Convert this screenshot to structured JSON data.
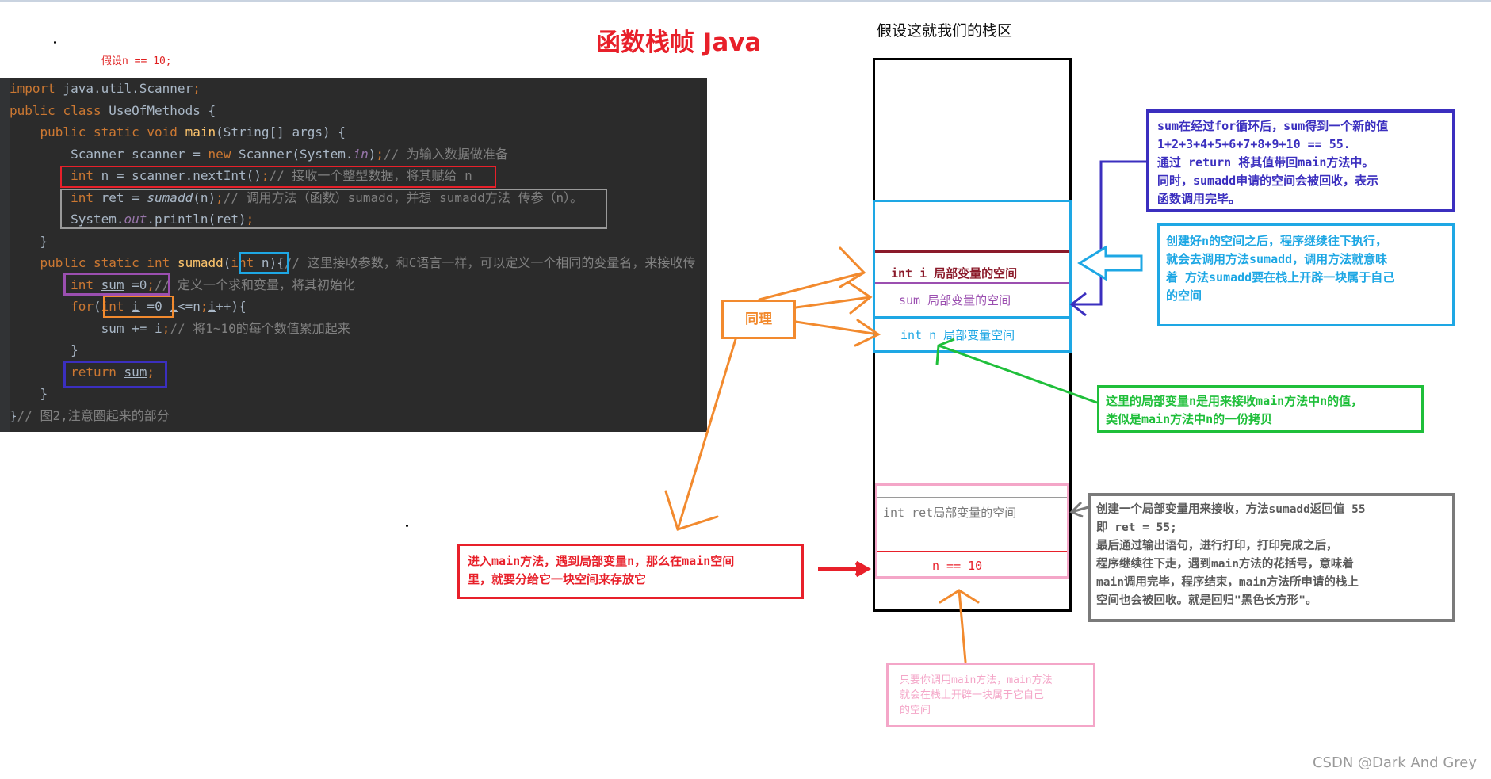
{
  "title": "函数栈帧 Java",
  "assumption": "假设n == 10;",
  "stack_heading": "假设这就我们的栈区",
  "code_lines": [
    "import java.util.Scanner;",
    "public class UseOfMethods {",
    "    public static void main(String[] args) {",
    "        Scanner scanner = new Scanner(System.in);// 为输入数据做准备",
    "        int n = scanner.nextInt();// 接收一个整型数据，将其赋给 n",
    "        int ret = sumadd(n);// 调用方法（函数）sumadd，并想 sumadd方法 传参（n）。",
    "        System.out.println(ret);",
    "    }",
    "    public static int sumadd(int n){// 这里接收参数，和C语言一样，可以定义一个相同的变量名，来接收传",
    "        int sum =0;// 定义一个求和变量，将其初始化",
    "        for(int i =0 i<=n;i++){",
    "            sum += i;// 将1~10的每个数值累加起来",
    "        }",
    "        return sum;",
    "    }",
    "}// 图2,注意圈起来的部分"
  ],
  "stack_slots": {
    "int_i": "int i 局部变量的空间",
    "sum": "sum 局部变量的空间",
    "int_n": "int n 局部变量空间",
    "ret": "int ret局部变量的空间",
    "n_eq": "n == 10"
  },
  "notes": {
    "tongli": "同理",
    "sum_after": [
      "sum在经过for循环后，sum得到一个新的值",
      "1+2+3+4+5+6+7+8+9+10 == 55.",
      "通过 return 将其值带回main方法中。",
      "同时，sumadd申请的空间会被回收，表示",
      "函数调用完毕。"
    ],
    "after_create_n": [
      "创建好n的空间之后，程序继续往下执行，",
      "就会去调用方法sumadd，调用方法就意味",
      "着 方法sumadd要在栈上开辟一块属于自己",
      "的空间"
    ],
    "local_n_copy": [
      "这里的局部变量n是用来接收main方法中n的值，",
      "类似是main方法中n的一份拷贝"
    ],
    "enter_main": [
      "进入main方法，遇到局部变量n，那么在main空间",
      "里，就要分给它一块空间来存放它"
    ],
    "ret_receive": [
      "创建一个局部变量用来接收，方法sumadd返回值 55",
      "即 ret = 55;",
      "最后通过输出语句，进行打印，打印完成之后，",
      "程序继续往下走，遇到main方法的花括号，意味着",
      "main调用完毕，程序结束，main方法所申请的栈上",
      "空间也会被回收。就是回归\"黑色长方形\"。"
    ],
    "call_main": [
      "只要你调用main方法，main方法",
      "就会在栈上开辟一块属于它自己",
      "的空间"
    ]
  },
  "footer": "CSDN @Dark And Grey",
  "colors": {
    "red": "#e8202a",
    "blue_dark": "#3b2fbf",
    "cyan": "#1ea7e4",
    "green": "#1fbf3a",
    "orange": "#f28a2e",
    "pink": "#f4a6c8",
    "gray": "#7a7a7a",
    "maroon": "#8b1a2a",
    "purple": "#9b4fb0"
  }
}
